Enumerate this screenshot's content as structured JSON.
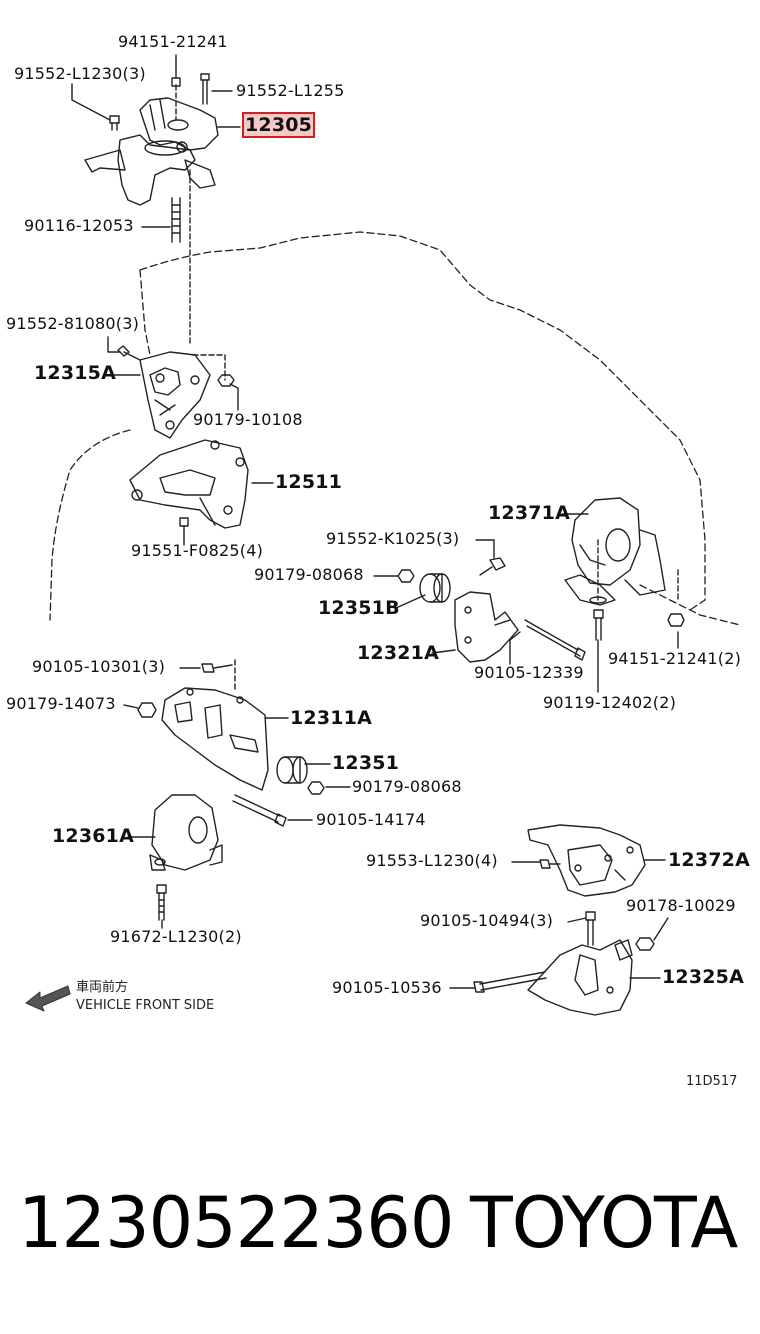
{
  "labels": {
    "p94151_21241": "94151-21241",
    "p91552_L1230": "91552-L1230(3)",
    "p91552_L1255": "91552-L1255",
    "p12305": "12305",
    "p90116_12053": "90116-12053",
    "p91552_81080": "91552-81080(3)",
    "p12315A": "12315A",
    "p90179_10108": "90179-10108",
    "p12511": "12511",
    "p91551_F0825": "91551-F0825(4)",
    "p12371A": "12371A",
    "p91552_K1025": "91552-K1025(3)",
    "p90179_08068a": "90179-08068",
    "p12351B": "12351B",
    "p12321A": "12321A",
    "p90105_12339": "90105-12339",
    "p94151_21241_2": "94151-21241(2)",
    "p90119_12402": "90119-12402(2)",
    "p90105_10301": "90105-10301(3)",
    "p90179_14073": "90179-14073",
    "p12311A": "12311A",
    "p12351": "12351",
    "p90179_08068b": "90179-08068",
    "p90105_14174": "90105-14174",
    "p12361A": "12361A",
    "p91553_L1230": "91553-L1230(4)",
    "p12372A": "12372A",
    "p90105_10494": "90105-10494(3)",
    "p90178_10029": "90178-10029",
    "p91672_L1230": "91672-L1230(2)",
    "p12325A": "12325A",
    "p90105_10536": "90105-10536"
  },
  "direction": {
    "jp": "車両前方",
    "en": "VEHICLE FRONT SIDE"
  },
  "diagram_code": "11D517",
  "footer": {
    "part_number": "1230522360",
    "brand": "TOYOTA"
  },
  "highlight_color": "#d02020"
}
